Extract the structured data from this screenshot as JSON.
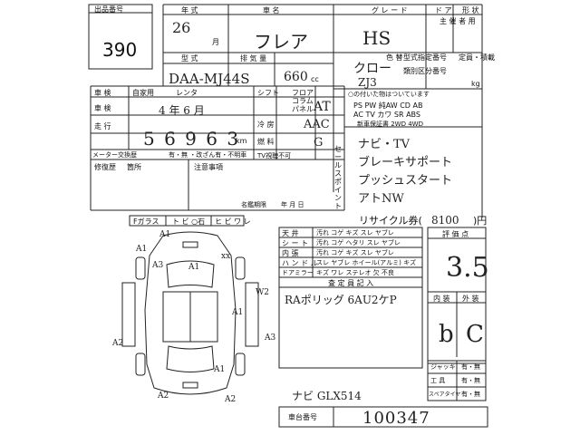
{
  "lot": {
    "label": "出品番号",
    "number": "390"
  },
  "top_labels": {
    "year": "年 式",
    "maker_model": "車 名",
    "grade": "グ レ ー ド",
    "doors": "ド ア",
    "body": "形 状",
    "mfr": "主 催 者 用",
    "month": "月",
    "type": "型 式",
    "displacement": "排 気 量",
    "cc": "cc",
    "color": "色 替",
    "model_code": "型式指定番号",
    "capacity": "定員・積載",
    "class_code": "類別区分番号",
    "kg": "kg"
  },
  "handwritten": {
    "year": "26",
    "maker": "フレア",
    "grade": "HS",
    "model_type": "DAA-MJ44S",
    "displacement": "660",
    "color": "クロー",
    "color_code": "ZJ3",
    "mileage_month_year": "4   年   6   月",
    "mileage": "5  6  9  6  3",
    "shift": "AT",
    "ac": "AAC",
    "fuel": "G",
    "equipment": "ナビ・TV\nブレーキサポート\nプッシュスタート\nアトNW",
    "recycle": "8100",
    "score": "3.5",
    "interior": "b",
    "exterior": "C",
    "report": "RAポリッグ 6AU2ケP",
    "navi": "ナビ GLX514",
    "chassis": "100347"
  },
  "row_labels": {
    "inspection": "車 検",
    "self_use": "自家用",
    "rental": "レンタ",
    "mileage": "走 行",
    "meter": "メーター交換歴",
    "note": "注意事項",
    "repair": "修復歴",
    "place": "箇所",
    "shift_label": "シフト",
    "floor": "フロア",
    "column": "コラム",
    "panel": "パネル",
    "cooling": "冷 房",
    "fuel_label": "燃 料",
    "tv": "TV視聴不可",
    "km": "km",
    "meter_opts": "有・無 ・改ざん有・不明車",
    "signature": "名鑑期限",
    "ym": "年    月    日",
    "sale_point": "セールスポイント",
    "options": "○の付いた物はついています",
    "opts_line1": "PS  PW  純AW  CD  AB",
    "opts_line2": "AC  TV  カワ  SR  ABS",
    "new_car_guarantee": "新車保証書  2WD  4WD"
  },
  "glass": [
    "Fガラス",
    "ト ビ ○石",
    "ヒ ビ ワ レ"
  ],
  "recycle_label": "リサイクル券(",
  "recycle_unit": ")円",
  "score_label": "評 価 点",
  "interior_label": "内 装",
  "exterior_label": "外 装",
  "condition_rows": [
    {
      "label": "天 井",
      "items": "汚れ コゲ キズ スレ ヤブレ"
    },
    {
      "label": "シ ー ト",
      "items": "汚れ コゲ ヘタリ スレ ヤブレ"
    },
    {
      "label": "内 張",
      "items": "汚れ コゲ キズ スレ ヤブレ"
    },
    {
      "label": "ハ ン ド ル",
      "items": "スレ ヤブレ ホイール(アルミ) キズ"
    },
    {
      "label": "ドアミラー",
      "items": "キズ ワレ ステレオ 欠 不良"
    }
  ],
  "report_label": "査 定 員 記 入",
  "key_labels": [
    {
      "label": "ジャッキ",
      "value": "有・無"
    },
    {
      "label": "工 具",
      "value": "有・無"
    },
    {
      "label": "スペアタイヤ",
      "value": "有・無"
    }
  ],
  "chassis_label": "車台番号",
  "diagram_marks": [
    "A1",
    "A1",
    "A1",
    "A3",
    "A2",
    "A2",
    "A3",
    "A1",
    "A1",
    "A2",
    "W2",
    "xx"
  ]
}
